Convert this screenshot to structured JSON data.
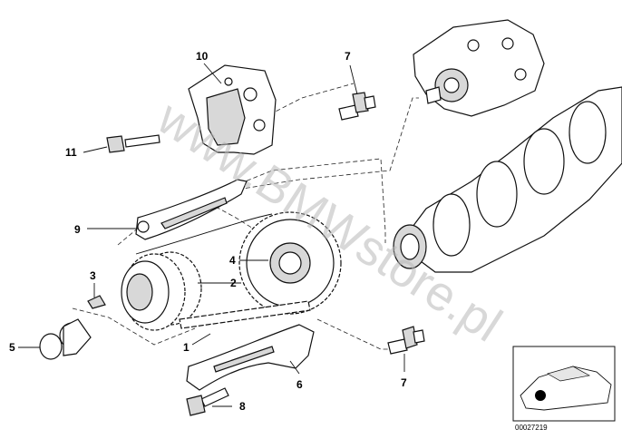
{
  "callouts": {
    "c1": "1",
    "c2": "2",
    "c3": "3",
    "c4": "4",
    "c5": "5",
    "c6": "6",
    "c7a": "7",
    "c7b": "7",
    "c8": "8",
    "c9": "9",
    "c10": "10",
    "c11": "11"
  },
  "watermark": "www.BMWstore.pl",
  "thumbnail": {
    "ref_number": "00027219"
  }
}
